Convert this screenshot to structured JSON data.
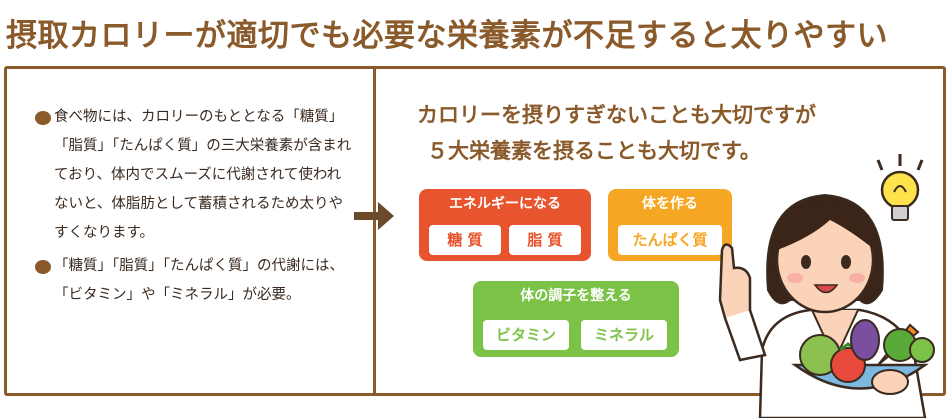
{
  "title": "摂取カロリーが適切でも必要な栄養素が不足すると太りやすい",
  "left_panel": {
    "bullets": [
      "食べ物には、カロリーのもととなる「糖質」「脂質」「たんぱく質」の三大栄養素が含まれており、体内でスムーズに代謝されて使われないと、体脂肪として蓄積されるため太りやすくなります。",
      "「糖質」「脂質」「たんぱく質」の代謝には、「ビタミン」や「ミネラル」が必要。"
    ]
  },
  "right_panel": {
    "headline_line1": "カロリーを摂りすぎないことも大切ですが",
    "headline_line2": "５大栄養素を摂ることも大切です。",
    "energy_box": {
      "header": "エネルギーになる",
      "items": [
        "糖 質",
        "脂 質"
      ]
    },
    "body_box": {
      "header": "体を作る",
      "items": [
        "たんぱく質"
      ]
    },
    "condition_box": {
      "header": "体の調子を整える",
      "items": [
        "ビタミン",
        "ミネラル"
      ]
    }
  },
  "colors": {
    "brown": "#8a5a2b",
    "energy": "#e8542e",
    "body": "#f5a623",
    "condition": "#7cc246"
  }
}
